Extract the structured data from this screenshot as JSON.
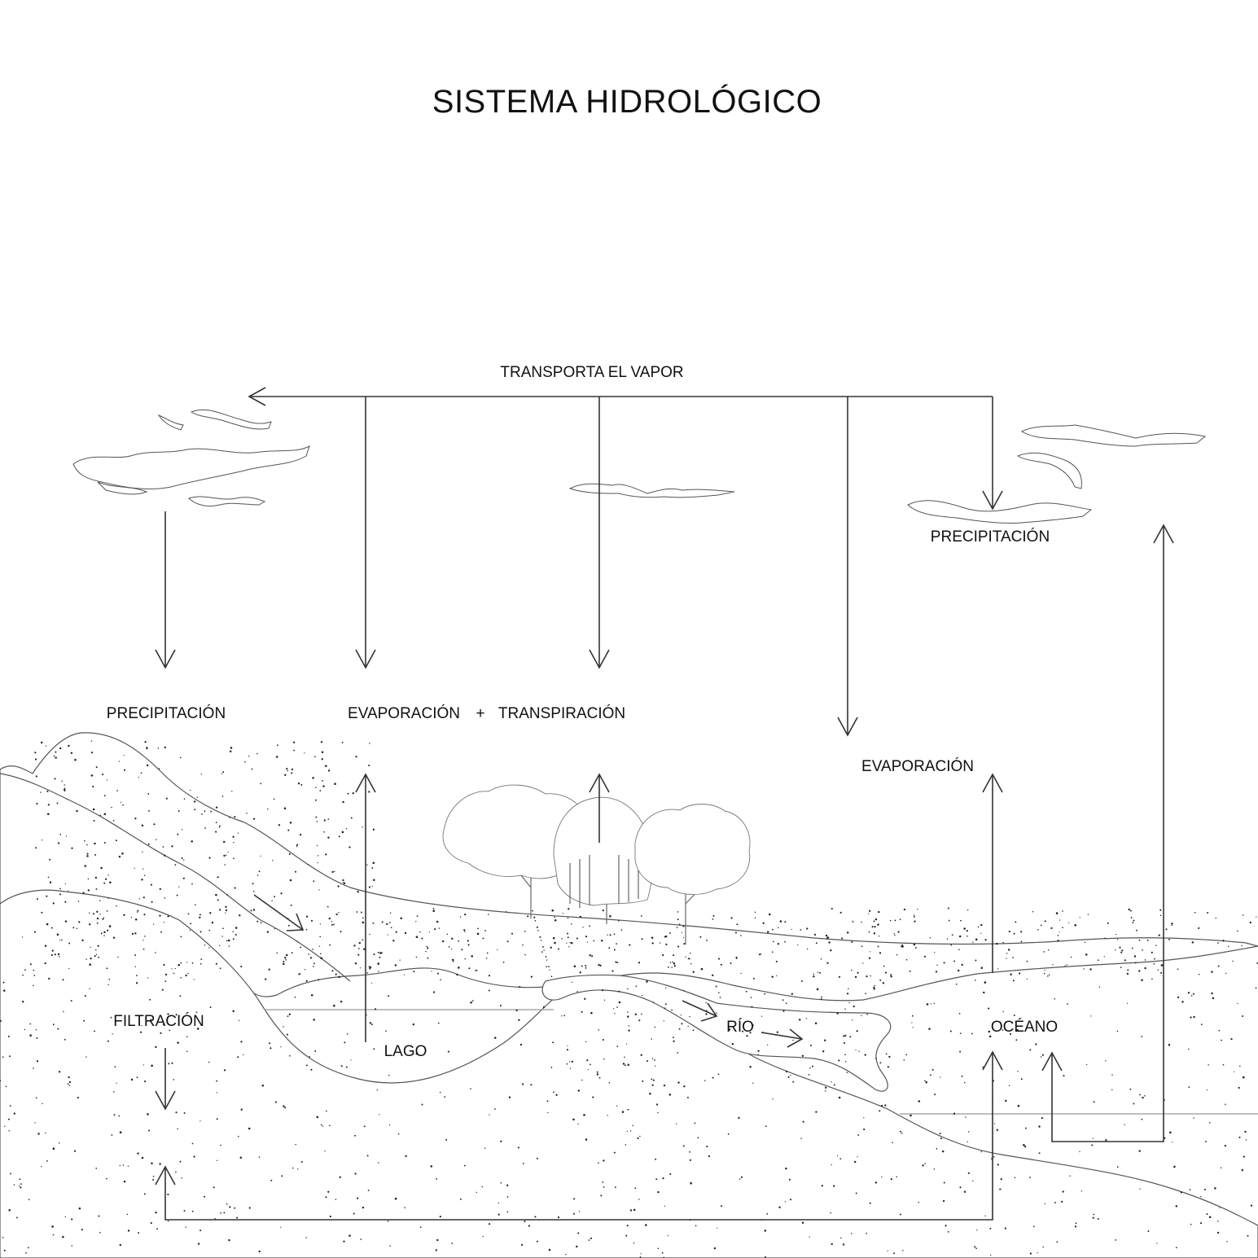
{
  "title": "SISTEMA HIDROLÓGICO",
  "labels": {
    "transport": "TRANSPORTA EL VAPOR",
    "precip_left": "PRECIPITACIÓN",
    "evaporation_left": "EVAPORACIÓN",
    "plus": "+",
    "transpiration": "TRANSPIRACIÓN",
    "evaporation_right": "EVAPORACIÓN",
    "precip_right": "PRECIPITACIÓN",
    "filtration": "FILTRACIÓN",
    "lake": "LAGO",
    "river": "RÍO",
    "ocean": "OCÉANO"
  },
  "colors": {
    "line": "#333333",
    "terrain": "#555555",
    "background": "#ffffff"
  }
}
